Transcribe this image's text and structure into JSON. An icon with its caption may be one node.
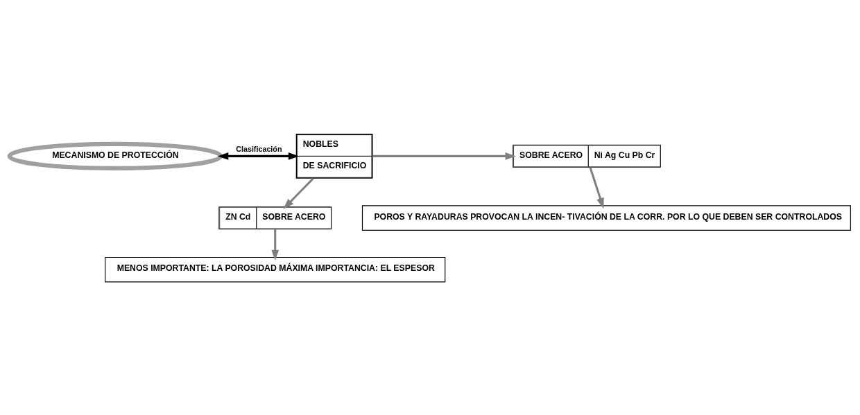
{
  "diagram": {
    "nodes": [
      {
        "text": [
          "MECANISMO DE PROTECCIÓN"
        ]
      },
      {
        "text": [
          "NOBLES",
          "DE SACRIFICIO"
        ]
      },
      {
        "text": [
          "SOBRE ACERO",
          "Ni Ag Cu Pb Cr"
        ]
      },
      {
        "text": [
          "ZN Cd",
          "SOBRE ACERO"
        ]
      },
      {
        "text": [
          "MENOS IMPORTANTE: LA POROSIDAD MÁXIMA IMPORTANCIA: EL ESPESOR"
        ]
      },
      {
        "text": [
          "POROS Y RAYADURAS PROVOCAN LA INCEN- TIVACIÓN DE LA CORR. POR LO QUE DEBEN SER CONTROLADOS"
        ]
      }
    ],
    "edges": [
      {
        "from": 0,
        "to": 1,
        "arrow": "both",
        "label": "Clasificación",
        "color": "#000000"
      },
      {
        "from": 1,
        "to": 2,
        "arrow": "to"
      },
      {
        "from": 1,
        "to": 3,
        "arrow": "to"
      },
      {
        "from": 3,
        "to": 4,
        "arrow": "to"
      },
      {
        "from": 2,
        "to": 5,
        "arrow": "to"
      }
    ]
  }
}
